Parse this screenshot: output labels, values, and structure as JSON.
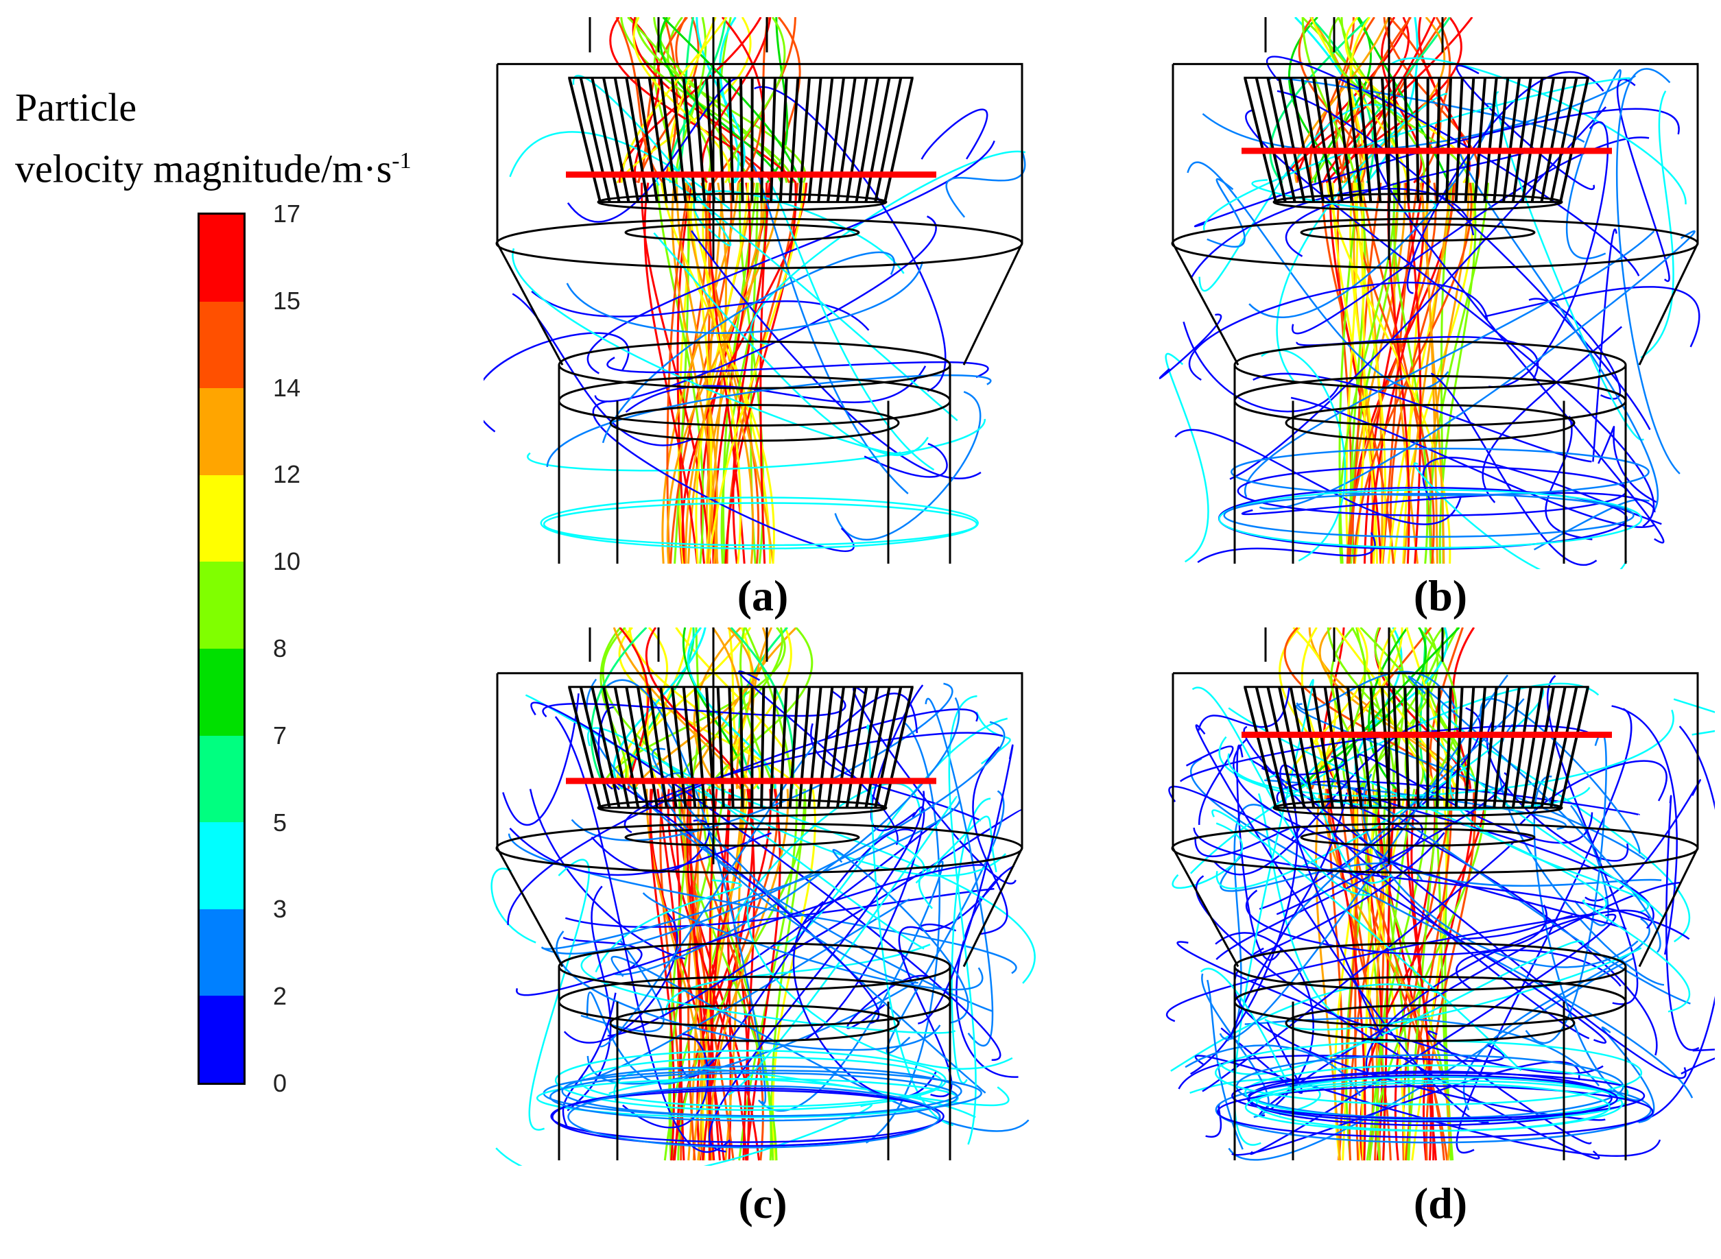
{
  "legend": {
    "title_line1": "Particle",
    "title_line2_text": "velocity magnitude/m·s",
    "title_line2_exp": "-1",
    "ticks": [
      "17",
      "15",
      "14",
      "12",
      "10",
      "8",
      "7",
      "5",
      "3",
      "2",
      "0"
    ],
    "band_colors": [
      "#ff0000",
      "#ff5000",
      "#ffa500",
      "#ffff00",
      "#80ff00",
      "#00e000",
      "#00ff80",
      "#00ffff",
      "#0080ff",
      "#0000ff"
    ]
  },
  "panels": [
    {
      "label": "(a)",
      "red_line_level": 0.28,
      "near_wall_blue_density": 0.2
    },
    {
      "label": "(b)",
      "red_line_level": 0.22,
      "near_wall_blue_density": 0.45
    },
    {
      "label": "(c)",
      "red_line_level": 0.28,
      "near_wall_blue_density": 0.75
    },
    {
      "label": "(d)",
      "red_line_level": 0.16,
      "near_wall_blue_density": 0.95
    }
  ],
  "colors": {
    "outline": "#000000",
    "marker_line": "#ff0000"
  }
}
